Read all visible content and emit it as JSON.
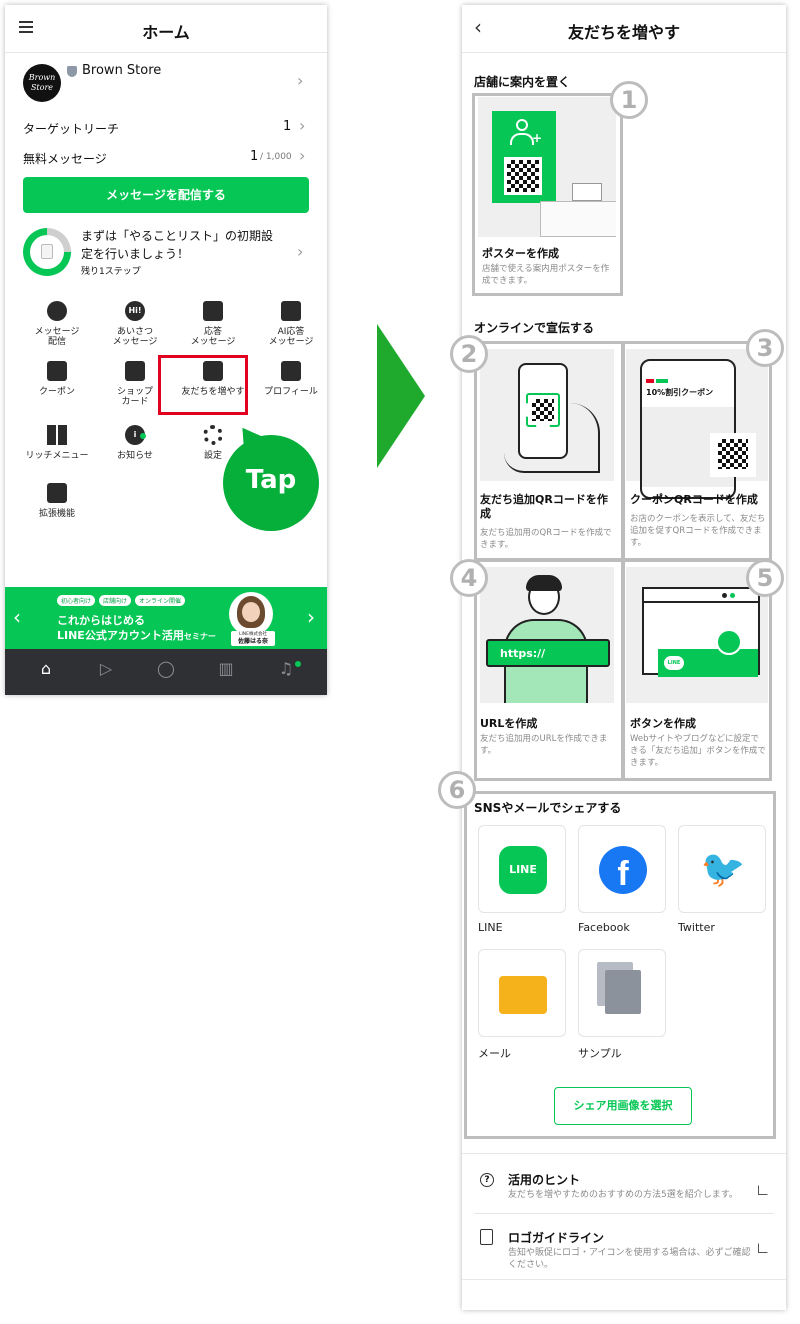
{
  "left": {
    "title": "ホーム",
    "store_name": "Brown Store",
    "logo_text": "Brown\nStore",
    "target_reach_label": "ターゲットリーチ",
    "target_reach_value": "1",
    "free_msg_label": "無料メッセージ",
    "free_msg_value": "1",
    "free_msg_total": "/ 1,000",
    "send_button": "メッセージを配信する",
    "todo_text": "まずは「やることリスト」の初期設定を行いましょう！",
    "todo_sub": "残り1ステップ",
    "menu": [
      {
        "label": "メッセージ\n配信",
        "icon": "broadcast-icon"
      },
      {
        "label": "あいさつ\nメッセージ",
        "icon": "hi-bubble-icon",
        "glyph": "Hi!"
      },
      {
        "label": "応答\nメッセージ",
        "icon": "reply-arrow-icon"
      },
      {
        "label": "AI応答\nメッセージ",
        "icon": "robot-icon"
      },
      {
        "label": "クーポン",
        "icon": "coupon-icon"
      },
      {
        "label": "ショップ\nカード",
        "icon": "shop-card-icon"
      },
      {
        "label": "友だちを増やす",
        "icon": "add-friend-icon"
      },
      {
        "label": "プロフィール",
        "icon": "profile-edit-icon"
      },
      {
        "label": "リッチメニュー",
        "icon": "grid-icon"
      },
      {
        "label": "お知らせ",
        "icon": "info-icon",
        "glyph": "i"
      },
      {
        "label": "設定",
        "icon": "gear-icon"
      },
      {
        "label": "",
        "icon": ""
      },
      {
        "label": "拡張機能",
        "icon": "puzzle-icon"
      }
    ],
    "tap_label": "Tap",
    "banner_tags": [
      "初心者向け",
      "店舗向け",
      "オンライン開催"
    ],
    "banner_line1": "これからはじめる",
    "banner_line2": "LINE公式アカウント活用",
    "banner_line2_small": "セミナー",
    "banner_badge_top": "LINE株式会社",
    "banner_badge_name": "佐藤はる奈",
    "nav_icons": [
      "home-icon",
      "play-icon",
      "chat-icon",
      "chart-icon",
      "bell-icon"
    ]
  },
  "right": {
    "title": "友だちを増やす",
    "sec1": "店舗に案内を置く",
    "poster_title": "ポスターを作成",
    "poster_desc": "店舗で使える案内用ポスターを作成できます。",
    "sec2": "オンラインで宣伝する",
    "qr_title": "友だち追加QRコードを作成",
    "qr_desc": "友だち追加用のQRコードを作成できます。",
    "coupon_title": "クーポンQRコードを作成",
    "coupon_desc": "お店のクーポンを表示して、友だち追加を促すQRコードを作成できます。",
    "coupon_text": "10%割引クーポン",
    "url_title": "URLを作成",
    "url_desc": "友だち追加用のURLを作成できます。",
    "url_sign": "https://",
    "button_title": "ボタンを作成",
    "button_desc": "Webサイトやブログなどに設定できる「友だち追加」ボタンを作成できます。",
    "button_logo": "LINE",
    "sec3": "SNSやメールでシェアする",
    "sns": [
      {
        "label": "LINE",
        "icon": "line-logo-icon",
        "glyph": "LINE",
        "color": "#06c755"
      },
      {
        "label": "Facebook",
        "icon": "facebook-icon",
        "glyph": "f",
        "color": "#1877f2"
      },
      {
        "label": "Twitter",
        "icon": "twitter-bird-icon",
        "glyph": "🐦",
        "color": "#1da1f2"
      },
      {
        "label": "メール",
        "icon": "mail-icon",
        "glyph": "",
        "color": "#f5b21b"
      },
      {
        "label": "サンプル",
        "icon": "copy-icon",
        "glyph": "",
        "color": "#8c929c"
      }
    ],
    "share_button": "シェア用画像を選択",
    "hint_title": "活用のヒント",
    "hint_desc": "友だちを増やすためのおすすめの方法5選を紹介します。",
    "logo_title": "ロゴガイドライン",
    "logo_desc": "告知や販促にロゴ・アイコンを使用する場合は、必ずご確認ください。",
    "numbers": [
      "1",
      "2",
      "3",
      "4",
      "5",
      "6"
    ]
  },
  "colors": {
    "accent": "#06c755",
    "highlight": "#e1001f",
    "frame": "#bdbdbd",
    "nav": "#2f3034"
  }
}
